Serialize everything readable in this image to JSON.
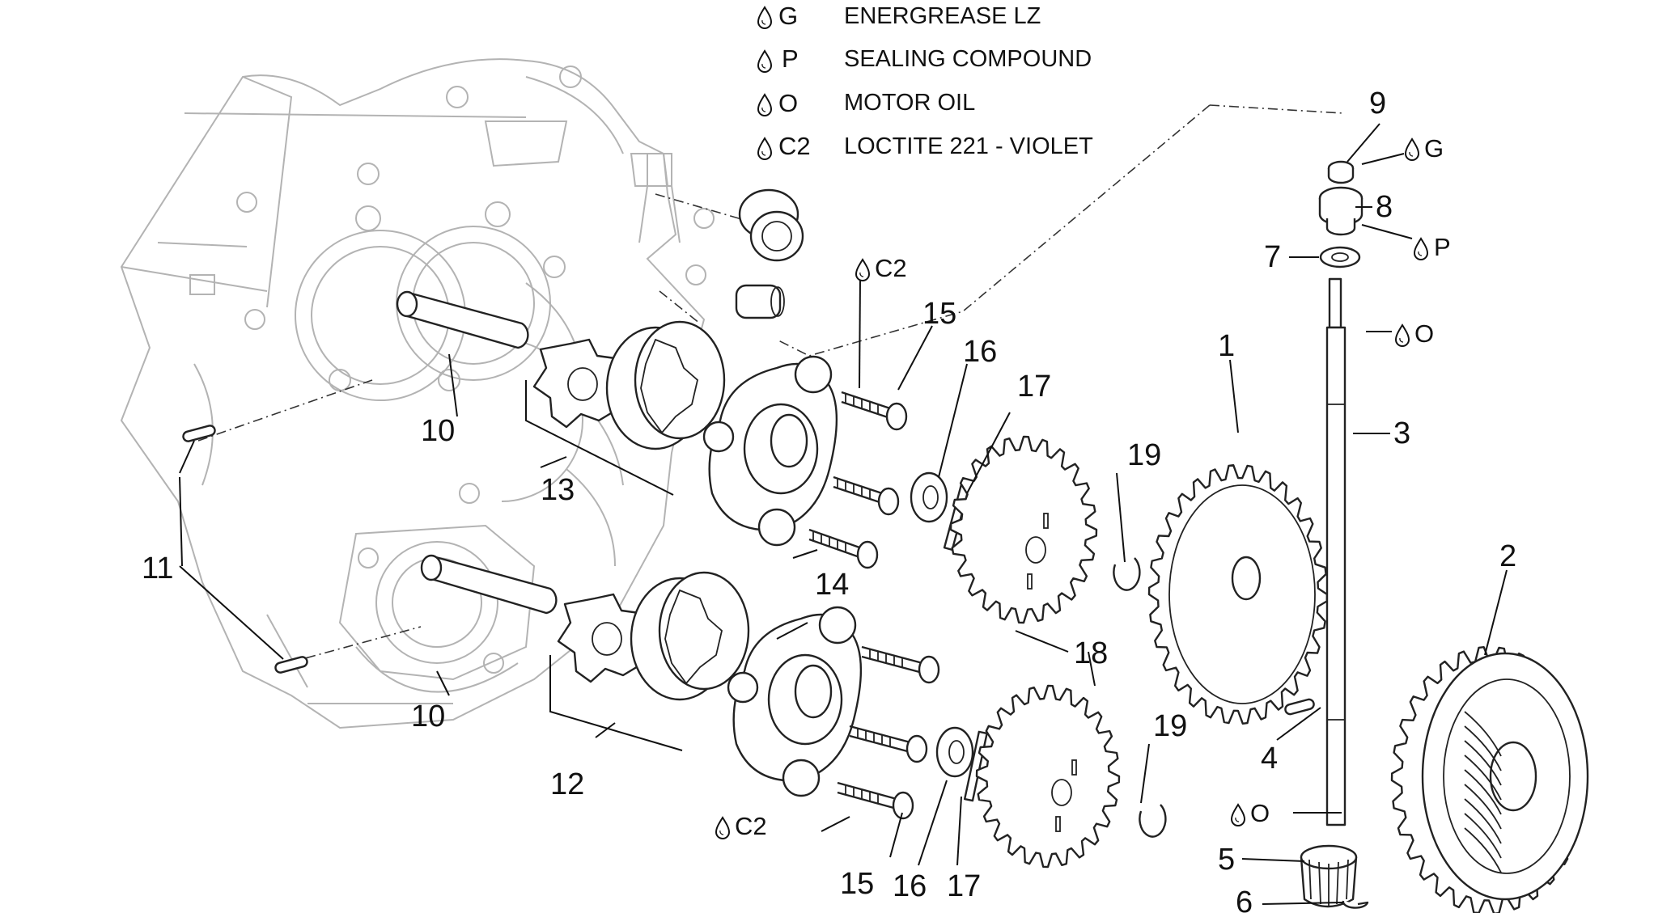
{
  "legend": [
    {
      "code": "G",
      "description": "ENERGREASE LZ"
    },
    {
      "code": "P",
      "description": "SEALING COMPOUND"
    },
    {
      "code": "O",
      "description": "MOTOR OIL"
    },
    {
      "code": "C2",
      "description": "LOCTITE 221 - VIOLET"
    }
  ],
  "callouts": {
    "n1": "1",
    "n2": "2",
    "n3": "3",
    "n4": "4",
    "n5": "5",
    "n6": "6",
    "n7": "7",
    "n8": "8",
    "n9": "9",
    "n10a": "10",
    "n10b": "10",
    "n11": "11",
    "n12": "12",
    "n13": "13",
    "n14": "14",
    "n15a": "15",
    "n15b": "15",
    "n16a": "16",
    "n16b": "16",
    "n17a": "17",
    "n17b": "17",
    "n18": "18",
    "n19a": "19",
    "n19b": "19"
  },
  "lubricant_marks": {
    "g_part9": "G",
    "p_part8": "P",
    "o_shaft_top": "O",
    "o_shaft_bottom": "O",
    "c2_screws_top": "C2",
    "c2_screws_bottom": "C2"
  },
  "icons": [
    "drop-icon"
  ]
}
